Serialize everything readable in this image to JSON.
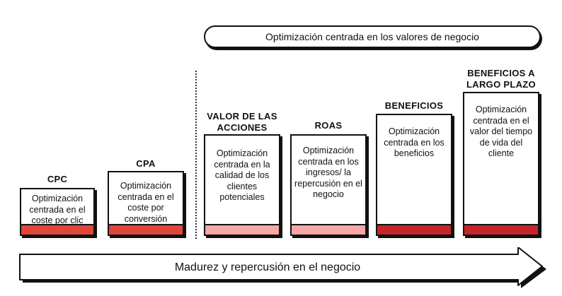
{
  "banner": {
    "label": "Optimización centrada en los valores de negocio"
  },
  "columns": [
    {
      "title": "CPC",
      "description": "Optimización centrada en el coste por clic"
    },
    {
      "title": "CPA",
      "description": "Optimización centrada en el coste por conversión"
    },
    {
      "title": "VALOR DE LAS ACCIONES",
      "description": "Optimización centrada en la calidad de los clientes potenciales"
    },
    {
      "title": "ROAS",
      "description": "Optimización centrada en los ingresos/ la repercusión en el negocio"
    },
    {
      "title": "BENEFICIOS",
      "description": "Optimización centrada en los beneficios"
    },
    {
      "title": "BENEFICIOS A LARGO PLAZO",
      "description": "Optimización centrada en el valor del tiempo de vida del cliente"
    }
  ],
  "arrow": {
    "label": "Madurez y repercusión en el negocio"
  },
  "colors": {
    "bar_light": "#e0463c",
    "bar_pink": "#f4a7a5",
    "bar_dark": "#c5262a",
    "outline": "#111111"
  }
}
